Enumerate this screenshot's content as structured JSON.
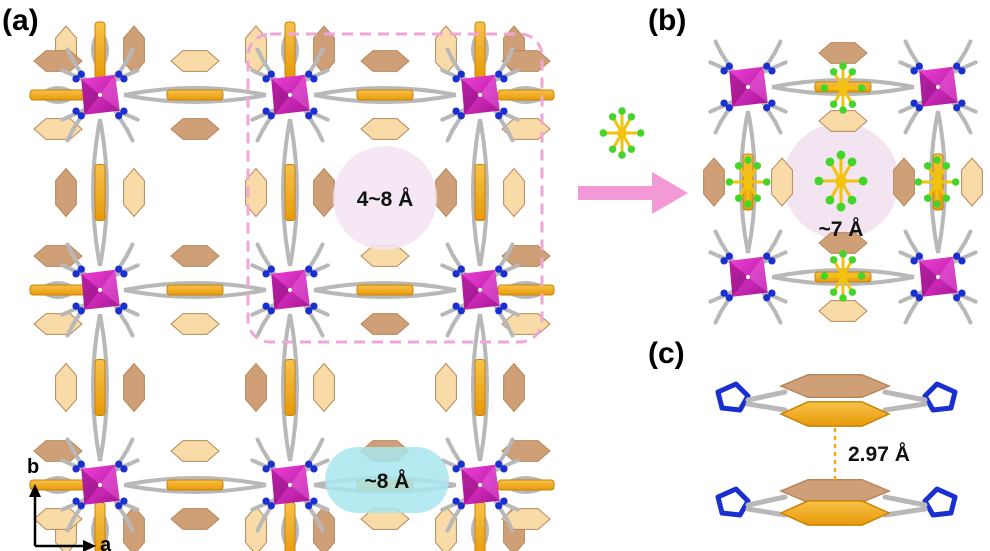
{
  "panels": {
    "a": {
      "label": "(a)",
      "pore_large": "4~8 Å",
      "pore_small": "~8 Å",
      "axis_b": "b",
      "axis_a": "a"
    },
    "b": {
      "label": "(b)",
      "pore": "~7 Å"
    },
    "c": {
      "label": "(c)",
      "stack_distance": "2.97 Å"
    }
  },
  "colors": {
    "metal_node": "#e020c8",
    "metal_node_dark": "#8a0c7a",
    "nitrogen": "#1a2fd0",
    "carbon": "#b8b8b8",
    "ring_light": "#f8dba6",
    "ring_tan": "#cfa078",
    "ring_gold": "#f3a81a",
    "fluorine": "#44d42a",
    "central_atom": "#f2c20c",
    "highlight_pink": "#f2a6d8",
    "pore_pink": "#f3e4f2",
    "pore_blue": "#a8e6ef"
  }
}
